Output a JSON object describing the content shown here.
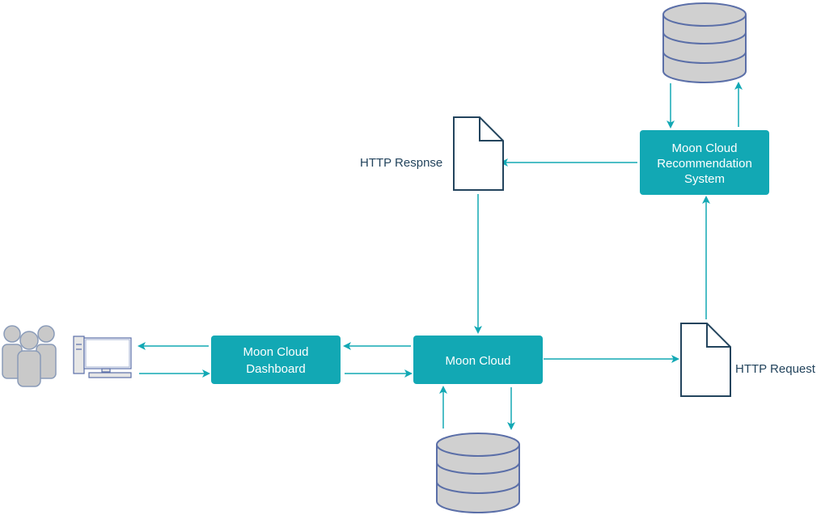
{
  "nodes": {
    "dashboard": {
      "lines": [
        "Moon Cloud",
        "Dashboard"
      ]
    },
    "moon_cloud": {
      "lines": [
        "Moon Cloud"
      ]
    },
    "recommendation": {
      "lines": [
        "Moon Cloud",
        "Recommendation",
        "System"
      ]
    }
  },
  "labels": {
    "http_response": "HTTP Respnse",
    "http_request": "HTTP Request"
  },
  "colors": {
    "node_fill": "#12a8b4",
    "arrow": "#12a8b4",
    "db_fill": "#d0d0d0",
    "db_stroke": "#5b6fa8",
    "doc_stroke": "#23445d",
    "users_fill": "#c9c9c9",
    "label_text": "#23445d"
  },
  "icons": [
    "users-icon",
    "computer-icon",
    "document-icon",
    "database-icon"
  ]
}
